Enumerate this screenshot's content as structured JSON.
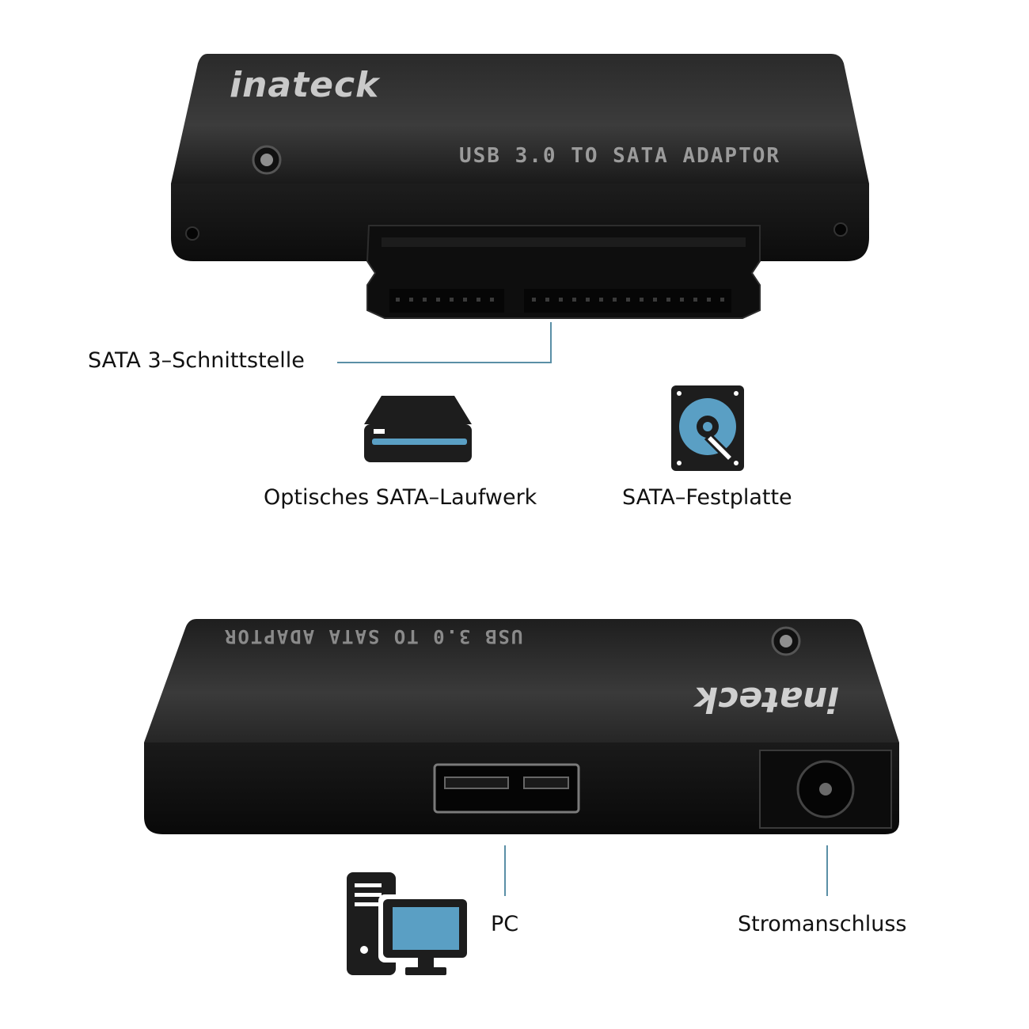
{
  "top_device": {
    "brand": "inateck",
    "model_text": "USB 3.0 TO SATA ADAPTOR"
  },
  "bottom_device": {
    "brand": "inateck",
    "model_text": "USB 3.0 TO SATA ADAPTOR"
  },
  "labels": {
    "sata_interface": "SATA 3–Schnittstelle",
    "optical_drive": "Optisches SATA–Laufwerk",
    "hard_disk": "SATA–Festplatte",
    "pc": "PC",
    "power": "Stromanschluss"
  },
  "icons": {
    "optical_drive": "optical-drive-icon",
    "hard_disk": "hard-disk-icon",
    "pc": "pc-icon"
  },
  "colors": {
    "accent": "#5a9fc4",
    "line": "#5a8fa6",
    "device": "#151515"
  }
}
